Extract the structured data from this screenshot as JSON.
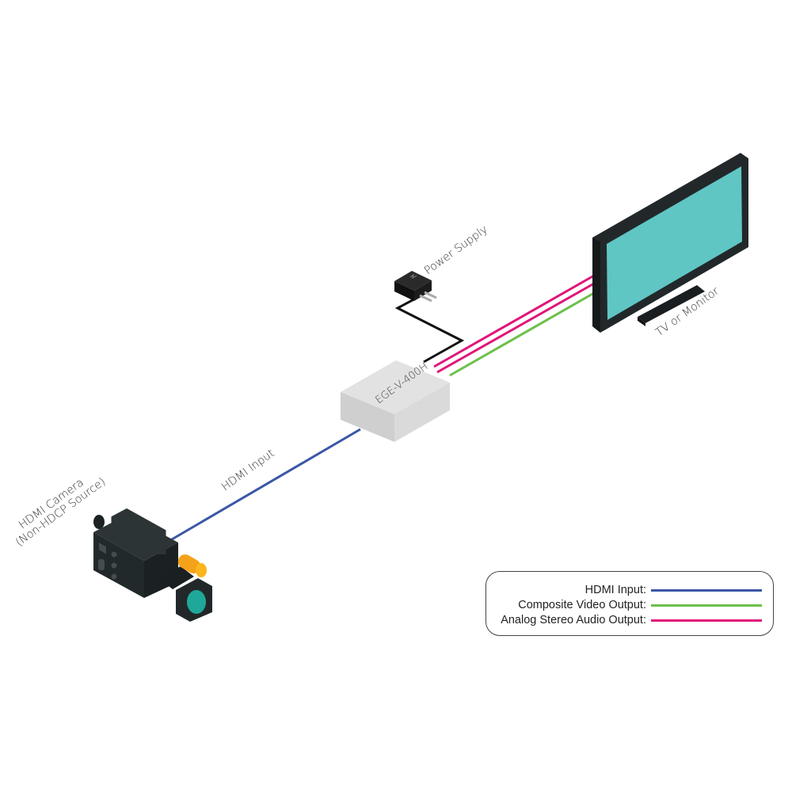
{
  "diagram": {
    "devices": {
      "camera": {
        "label_line1": "HDMI Camera",
        "label_line2": "(Non-HDCP Source)"
      },
      "converter": {
        "label": "EGE-V-400H"
      },
      "power": {
        "label": "Power Supply"
      },
      "display": {
        "label": "TV or Monitor"
      }
    },
    "connections": {
      "hdmi_label": "HDMI Input"
    }
  },
  "legend": {
    "items": [
      {
        "label": "HDMI Input:",
        "color": "#3a56a6"
      },
      {
        "label": "Composite Video Output:",
        "color": "#6cc04a"
      },
      {
        "label": "Analog Stereo Audio Output:",
        "color": "#e0157a"
      }
    ]
  },
  "colors": {
    "device_dark": "#22282a",
    "screen": "#5fc6c4",
    "box": "#d8d8d8",
    "lens": "#1fa89a",
    "accent_orange": "#f5a21b",
    "power_cable": "#111111"
  }
}
